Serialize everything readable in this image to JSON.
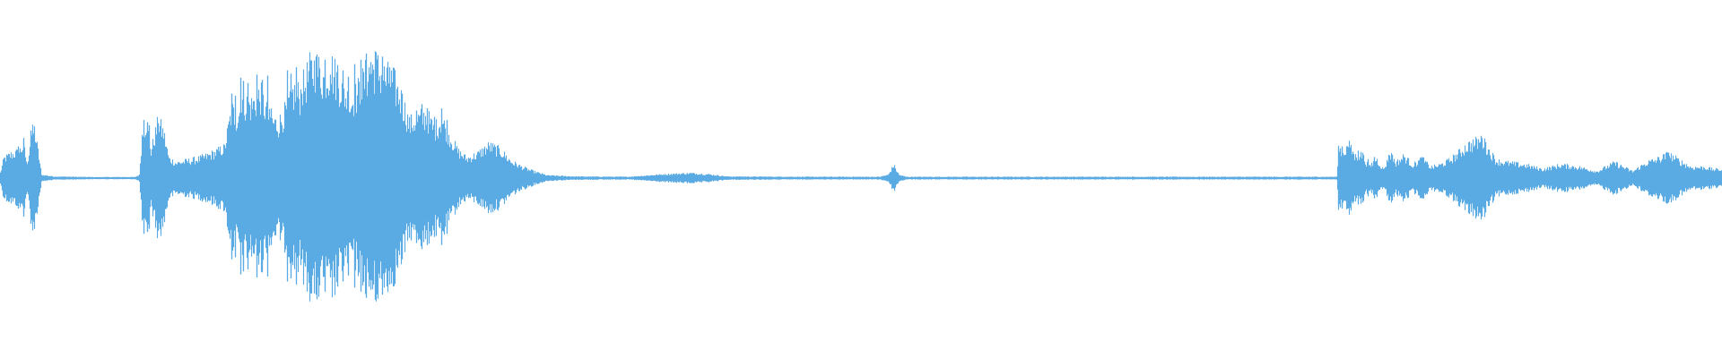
{
  "waveform": {
    "color": "#5aaae3",
    "envelope": [
      [
        0,
        0.05
      ],
      [
        4,
        0.18
      ],
      [
        12,
        0.22
      ],
      [
        20,
        0.24
      ],
      [
        26,
        0.3
      ],
      [
        30,
        0.12
      ],
      [
        34,
        0.4
      ],
      [
        38,
        0.45
      ],
      [
        42,
        0.25
      ],
      [
        46,
        0.03
      ],
      [
        60,
        0.015
      ],
      [
        100,
        0.01
      ],
      [
        150,
        0.01
      ],
      [
        155,
        0.03
      ],
      [
        158,
        0.4
      ],
      [
        163,
        0.53
      ],
      [
        168,
        0.25
      ],
      [
        176,
        0.52
      ],
      [
        182,
        0.42
      ],
      [
        188,
        0.18
      ],
      [
        196,
        0.14
      ],
      [
        210,
        0.16
      ],
      [
        222,
        0.18
      ],
      [
        235,
        0.22
      ],
      [
        250,
        0.28
      ],
      [
        258,
        0.64
      ],
      [
        264,
        0.55
      ],
      [
        270,
        0.72
      ],
      [
        280,
        0.68
      ],
      [
        290,
        0.78
      ],
      [
        300,
        0.55
      ],
      [
        310,
        0.5
      ],
      [
        318,
        0.62
      ],
      [
        326,
        0.8
      ],
      [
        334,
        0.78
      ],
      [
        345,
        1.0
      ],
      [
        352,
        1.05
      ],
      [
        360,
        0.94
      ],
      [
        370,
        1.02
      ],
      [
        380,
        0.86
      ],
      [
        390,
        0.7
      ],
      [
        400,
        0.82
      ],
      [
        410,
        1.0
      ],
      [
        418,
        1.05
      ],
      [
        428,
        0.95
      ],
      [
        438,
        0.9
      ],
      [
        448,
        0.72
      ],
      [
        456,
        0.5
      ],
      [
        465,
        0.55
      ],
      [
        475,
        0.58
      ],
      [
        484,
        0.45
      ],
      [
        492,
        0.55
      ],
      [
        500,
        0.4
      ],
      [
        510,
        0.25
      ],
      [
        520,
        0.18
      ],
      [
        532,
        0.22
      ],
      [
        545,
        0.3
      ],
      [
        558,
        0.25
      ],
      [
        570,
        0.15
      ],
      [
        582,
        0.1
      ],
      [
        595,
        0.06
      ],
      [
        610,
        0.025
      ],
      [
        640,
        0.015
      ],
      [
        700,
        0.012
      ],
      [
        740,
        0.035
      ],
      [
        770,
        0.045
      ],
      [
        790,
        0.035
      ],
      [
        810,
        0.015
      ],
      [
        900,
        0.012
      ],
      [
        980,
        0.012
      ],
      [
        990,
        0.03
      ],
      [
        996,
        0.12
      ],
      [
        1002,
        0.03
      ],
      [
        1010,
        0.012
      ],
      [
        1200,
        0.012
      ],
      [
        1400,
        0.012
      ],
      [
        1490,
        0.012
      ],
      [
        1492,
        0.28
      ],
      [
        1498,
        0.25
      ],
      [
        1504,
        0.3
      ],
      [
        1510,
        0.2
      ],
      [
        1518,
        0.22
      ],
      [
        1526,
        0.1
      ],
      [
        1534,
        0.18
      ],
      [
        1542,
        0.08
      ],
      [
        1550,
        0.22
      ],
      [
        1556,
        0.14
      ],
      [
        1565,
        0.2
      ],
      [
        1575,
        0.12
      ],
      [
        1585,
        0.18
      ],
      [
        1595,
        0.1
      ],
      [
        1605,
        0.12
      ],
      [
        1615,
        0.16
      ],
      [
        1625,
        0.22
      ],
      [
        1635,
        0.3
      ],
      [
        1645,
        0.33
      ],
      [
        1652,
        0.36
      ],
      [
        1660,
        0.25
      ],
      [
        1668,
        0.16
      ],
      [
        1680,
        0.14
      ],
      [
        1700,
        0.12
      ],
      [
        1720,
        0.08
      ],
      [
        1740,
        0.12
      ],
      [
        1760,
        0.1
      ],
      [
        1780,
        0.06
      ],
      [
        1800,
        0.14
      ],
      [
        1810,
        0.1
      ],
      [
        1820,
        0.06
      ],
      [
        1835,
        0.14
      ],
      [
        1850,
        0.18
      ],
      [
        1860,
        0.22
      ],
      [
        1872,
        0.16
      ],
      [
        1885,
        0.1
      ],
      [
        1900,
        0.1
      ],
      [
        1910,
        0.08
      ],
      [
        1920,
        0.08
      ]
    ],
    "transients": [
      [
        20,
        0.3
      ],
      [
        26,
        0.38
      ],
      [
        34,
        0.45
      ],
      [
        36,
        0.43
      ],
      [
        160,
        0.55
      ],
      [
        164,
        0.53
      ],
      [
        166,
        0.5
      ],
      [
        176,
        0.52
      ],
      [
        258,
        0.8
      ],
      [
        262,
        0.78
      ],
      [
        268,
        0.95
      ],
      [
        271,
        0.92
      ],
      [
        276,
        0.9
      ],
      [
        280,
        0.7
      ],
      [
        286,
        0.98
      ],
      [
        292,
        0.93
      ],
      [
        298,
        0.97
      ],
      [
        302,
        0.66
      ],
      [
        320,
        1.02
      ],
      [
        324,
        0.99
      ],
      [
        330,
        1.05
      ],
      [
        336,
        0.8
      ],
      [
        345,
        1.12
      ],
      [
        352,
        1.15
      ],
      [
        355,
        1.05
      ],
      [
        362,
        1.12
      ],
      [
        368,
        0.98
      ],
      [
        376,
        1.07
      ],
      [
        382,
        1.02
      ],
      [
        388,
        0.96
      ],
      [
        395,
        1.08
      ],
      [
        402,
        1.12
      ],
      [
        408,
        1.18
      ],
      [
        413,
        1.1
      ],
      [
        418,
        1.2
      ],
      [
        426,
        1.15
      ],
      [
        434,
        1.05
      ],
      [
        440,
        0.92
      ],
      [
        448,
        0.8
      ],
      [
        458,
        0.6
      ],
      [
        464,
        0.64
      ],
      [
        470,
        0.7
      ],
      [
        476,
        0.66
      ],
      [
        484,
        0.58
      ],
      [
        492,
        0.66
      ],
      [
        498,
        0.55
      ],
      [
        1492,
        0.28
      ],
      [
        1496,
        0.3
      ],
      [
        1502,
        0.3
      ],
      [
        1505,
        0.29
      ],
      [
        1508,
        0.25
      ],
      [
        1514,
        0.26
      ],
      [
        1519,
        0.24
      ],
      [
        1525,
        0.18
      ],
      [
        1532,
        0.2
      ],
      [
        1548,
        0.22
      ],
      [
        1552,
        0.22
      ],
      [
        1565,
        0.2
      ],
      [
        1585,
        0.2
      ],
      [
        1640,
        0.3
      ],
      [
        1648,
        0.35
      ],
      [
        1652,
        0.38
      ],
      [
        1656,
        0.34
      ],
      [
        1860,
        0.24
      ]
    ]
  }
}
